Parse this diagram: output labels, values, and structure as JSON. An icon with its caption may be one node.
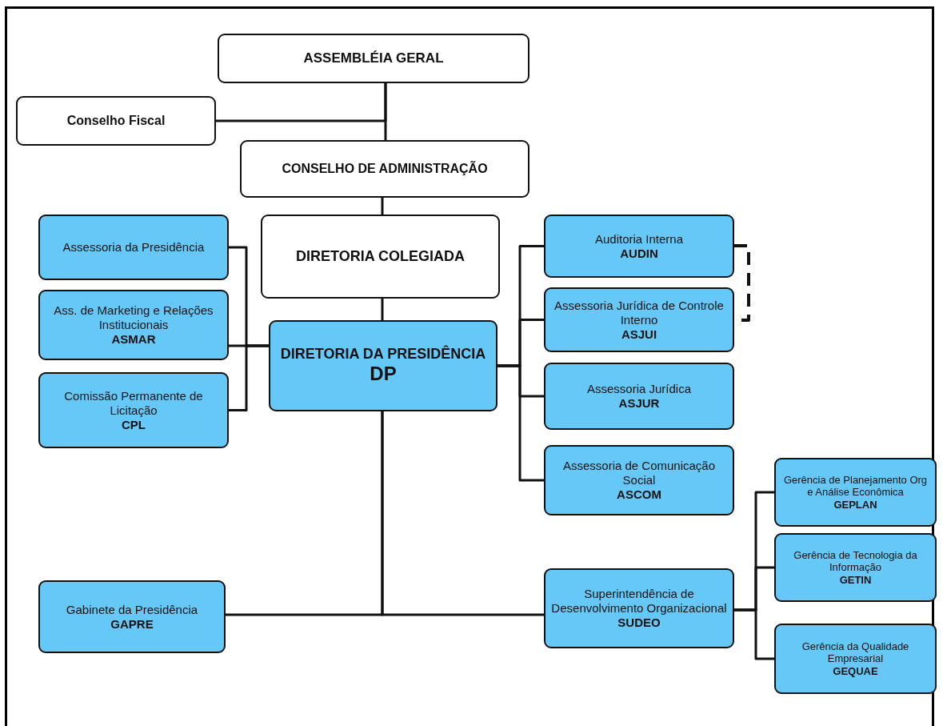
{
  "diagram": {
    "nodes": [
      {
        "text": [
          "ASSEMBLÉIA GERAL"
        ]
      },
      {
        "text": [
          "Conselho Fiscal"
        ]
      },
      {
        "text": [
          "CONSELHO DE ADMINISTRAÇÃO"
        ]
      },
      {
        "text": [
          "DIRETORIA COLEGIADA"
        ]
      },
      {
        "text": [
          "Assessoria da Presidência"
        ]
      },
      {
        "text": [
          "Ass. de Marketing e Relações Institucionais",
          "ASMAR"
        ]
      },
      {
        "text": [
          "Comissão Permanente de Licitação",
          "CPL"
        ]
      },
      {
        "text": [
          "DIRETORIA DA PRESIDÊNCIA",
          "DP"
        ]
      },
      {
        "text": [
          "Auditoria Interna",
          "AUDIN"
        ]
      },
      {
        "text": [
          "Assessoria Jurídica de Controle Interno",
          "ASJUI"
        ]
      },
      {
        "text": [
          "Assessoria Jurídica",
          "ASJUR"
        ]
      },
      {
        "text": [
          "Assessoria de Comunicação Social",
          "ASCOM"
        ]
      },
      {
        "text": [
          "Gabinete da Presidência",
          "GAPRE"
        ]
      },
      {
        "text": [
          "Superintendência de Desenvolvimento Organizacional",
          "SUDEO"
        ]
      },
      {
        "text": [
          "Gerência de Planejamento Org e Análise Econômica",
          "GEPLAN"
        ]
      },
      {
        "text": [
          "Gerência de Tecnologia da Informação",
          "GETIN"
        ]
      },
      {
        "text": [
          "Gerência da Qualidade Empresarial",
          "GEQUAE"
        ]
      }
    ],
    "edges": [
      {
        "from": 0,
        "to": 1,
        "arrow": "none"
      },
      {
        "from": 0,
        "to": 2,
        "arrow": "none"
      },
      {
        "from": 2,
        "to": 3,
        "arrow": "none"
      },
      {
        "from": 3,
        "to": 7,
        "arrow": "none"
      },
      {
        "from": 7,
        "to": 4,
        "arrow": "none"
      },
      {
        "from": 7,
        "to": 5,
        "arrow": "none"
      },
      {
        "from": 7,
        "to": 6,
        "arrow": "none"
      },
      {
        "from": 7,
        "to": 8,
        "arrow": "none"
      },
      {
        "from": 7,
        "to": 9,
        "arrow": "none"
      },
      {
        "from": 7,
        "to": 10,
        "arrow": "none"
      },
      {
        "from": 7,
        "to": 11,
        "arrow": "none"
      },
      {
        "from": 7,
        "to": 12,
        "arrow": "none"
      },
      {
        "from": 7,
        "to": 13,
        "arrow": "none"
      },
      {
        "from": 13,
        "to": 14,
        "arrow": "none"
      },
      {
        "from": 13,
        "to": 15,
        "arrow": "none"
      },
      {
        "from": 13,
        "to": 16,
        "arrow": "none"
      },
      {
        "from": 8,
        "to": 9,
        "arrow": "none",
        "style": "dashed"
      }
    ]
  }
}
